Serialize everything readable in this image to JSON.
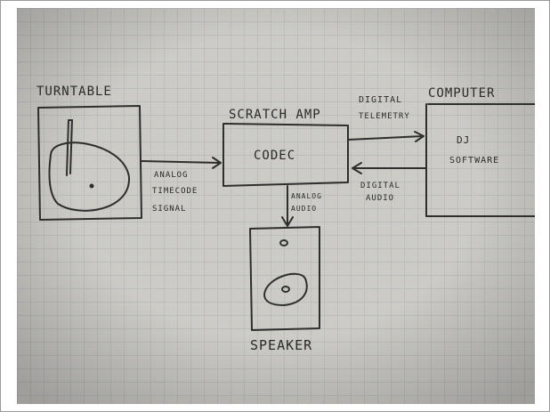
{
  "diagram": {
    "nodes": {
      "turntable": "TURNTABLE",
      "scratch_amp": "SCRATCH AMP",
      "codec": "CODEC",
      "computer": "COMPUTER",
      "dj_software": [
        "DJ",
        "SOFTWARE"
      ],
      "speaker": "SPEAKER"
    },
    "edges": {
      "analog_timecode": [
        "ANALOG",
        "TIMECODE",
        "SIGNAL"
      ],
      "digital_telemetry": [
        "DIGITAL",
        "TELEMETRY"
      ],
      "digital_audio": [
        "DIGITAL",
        "AUDIO"
      ],
      "analog_audio": [
        "ANALOG",
        "AUDIO"
      ]
    }
  }
}
